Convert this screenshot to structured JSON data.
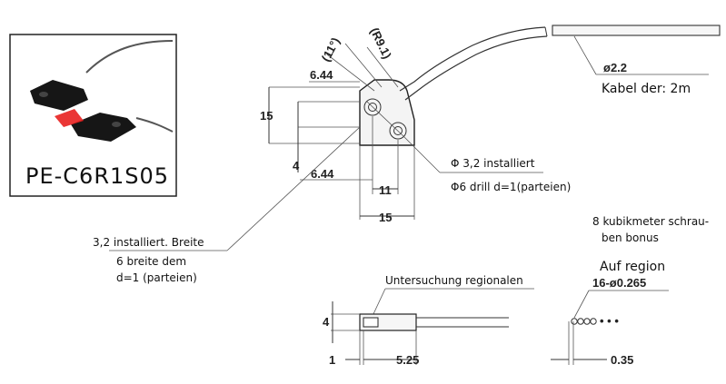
{
  "product": {
    "model": "PE-C6R1S05"
  },
  "top_view": {
    "angle_label": "(11°)",
    "radius_label": "(R9.1)",
    "dim_644_top": "6.44",
    "dim_15_vertical": "15",
    "dim_4": "4",
    "dim_644_bottom": "6.44",
    "dim_11": "11",
    "dim_15_horizontal": "15"
  },
  "cable": {
    "diameter": "ø2.2",
    "length_note": "Kabel der: 2m"
  },
  "holes": {
    "install_32": "Φ 3,2 installiert",
    "drill_6": "Φ6 drill  d=1(parteien)"
  },
  "left_note": {
    "line1": "3,2 installiert. Breite",
    "line2": "6 breite dem",
    "line3": "d=1 (parteien)"
  },
  "screws": {
    "line1": "8 kubikmeter schrau-",
    "line2": "ben bonus"
  },
  "side_view": {
    "title": "Untersuchung regionalen",
    "dim_4": "4",
    "dim_1": "1",
    "dim_525": "5.25"
  },
  "region_view": {
    "title": "Auf region",
    "spec": "16-ø0.265",
    "dim_035": "0.35",
    "dots": "• • •"
  }
}
